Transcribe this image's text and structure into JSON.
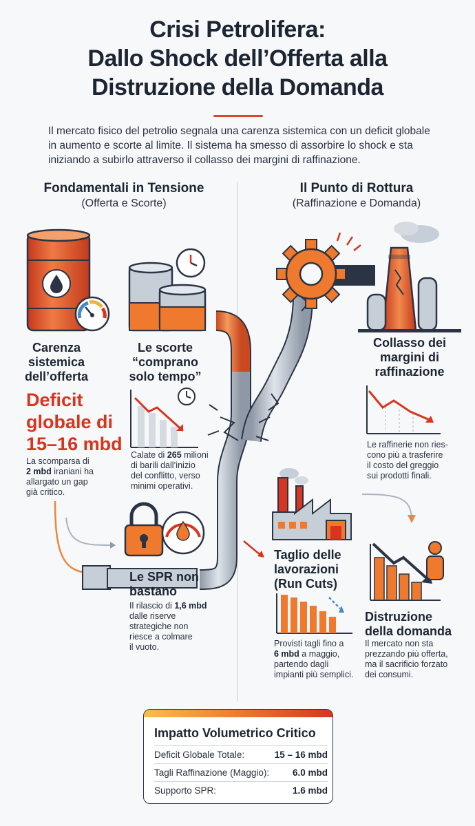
{
  "title": {
    "line1": "Crisi Petrolifera:",
    "line2": "Dallo Shock dell’Offerta alla",
    "line3": "Distruzione della Domanda"
  },
  "intro": "Il mercato fisico del petrolio segnala una carenza sistemica con un deficit globale in aumento e scorte al limite. Il sistema ha smesso di assorbire lo shock e sta iniziando a subirlo attraverso il collasso dei margini di raffinazione.",
  "left": {
    "heading": "Fondamentali in Tensione",
    "subheading": "(Offerta e Scorte)",
    "supply": {
      "label_l1": "Carenza",
      "label_l2": "sistemica",
      "label_l3": "dell’offerta",
      "deficit_l1": "Deficit",
      "deficit_l2": "globale di",
      "deficit_l3": "15–16 mbd",
      "note_l1": "La scomparsa di",
      "note_bold": "2 mbd",
      "note_l2": "iraniani ha",
      "note_l3": "allargato un gap",
      "note_l4": "già critico."
    },
    "stocks": {
      "label_l1": "Le scorte",
      "label_l2": "“comprano",
      "label_l3": "solo tempo”",
      "note_a": "Calate di",
      "note_bold": "265",
      "note_b": "milioni",
      "note_l2": "di barili dall’inizio",
      "note_l3": "del conflitto, verso",
      "note_l4": "minimi operativi."
    },
    "spr": {
      "label_l1": "Le SPR non",
      "label_l2": "bastano",
      "note_a": "Il rilascio di",
      "note_bold": "1,6 mbd",
      "note_l2": "dalle riserve",
      "note_l3": "strategiche non",
      "note_l4": "riesce a colmare",
      "note_l5": "il vuoto."
    }
  },
  "right": {
    "heading": "Il Punto di Rottura",
    "subheading": "(Raffinazione e Domanda)",
    "margins": {
      "label_l1": "Collasso dei",
      "label_l2": "margini di",
      "label_l3": "raffinazione",
      "note_l1": "Le raffinerie non ries-",
      "note_l2": "cono più a trasferire",
      "note_l3": "il costo del greggio",
      "note_l4": "sui prodotti finali."
    },
    "runcuts": {
      "label_l1": "Taglio delle",
      "label_l2": "lavorazioni",
      "label_l3": "(Run Cuts)",
      "note_l1": "Provisti tagli fino a",
      "note_bold": "6 mbd",
      "note_a": "a maggio,",
      "note_l3": "partendo dagli",
      "note_l4": "impianti più semplici."
    },
    "demand": {
      "label_l1": "Distruzione",
      "label_l2": "della domanda",
      "note_l1": "Il mercato non sta",
      "note_l2": "prezzando più offerta,",
      "note_l3": "ma il sacrificio forzato",
      "note_l4": "dei consumi."
    }
  },
  "summary": {
    "title": "Impatto Volumetrico Critico",
    "rows": [
      {
        "label": "Deficit Globale Totale:",
        "value": "15 – 16 mbd"
      },
      {
        "label": "Tagli Raffinazione (Maggio):",
        "value": "6.0 mbd"
      },
      {
        "label": "Supporto SPR:",
        "value": "1.6 mbd"
      }
    ]
  },
  "colors": {
    "accent_red": "#d8341f",
    "orange": "#ef7a2d",
    "pipe_gray": "#aab3bf",
    "text_dark": "#1d2533"
  },
  "icons": [
    "oil-barrel-icon",
    "gauge-icon",
    "storage-tank-icon",
    "clock-icon",
    "padlock-icon",
    "gear-icon",
    "refinery-icon",
    "factory-icon",
    "person-icon"
  ]
}
